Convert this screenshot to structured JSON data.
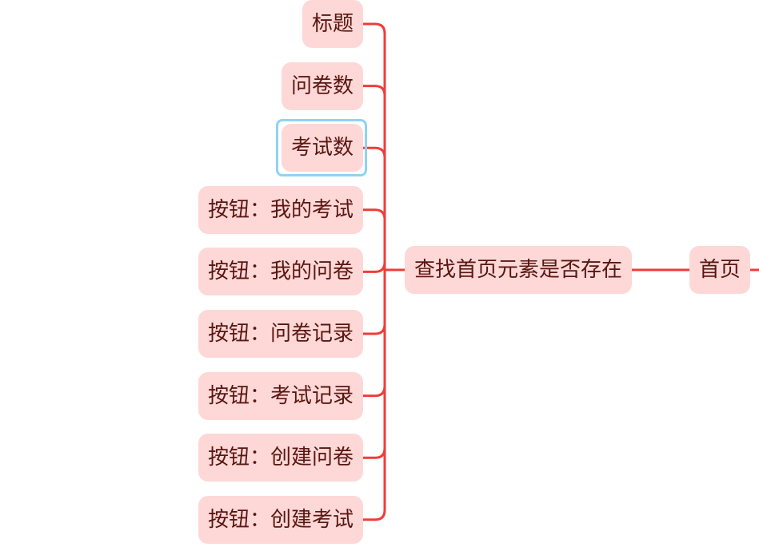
{
  "colors": {
    "node_fill": "#fdd8d6",
    "node_text": "#5a1612",
    "connector": "#f03c38",
    "selection": "#8fd3f5"
  },
  "mindmap": {
    "root": {
      "label": "首页"
    },
    "topic": {
      "label": "查找首页元素是否存在"
    },
    "children": [
      {
        "label": "标题"
      },
      {
        "label": "问卷数"
      },
      {
        "label": "考试数",
        "selected": true
      },
      {
        "label": "按钮：我的考试"
      },
      {
        "label": "按钮：我的问卷"
      },
      {
        "label": "按钮：问卷记录"
      },
      {
        "label": "按钮：考试记录"
      },
      {
        "label": "按钮：创建问卷"
      },
      {
        "label": "按钮：创建考试"
      }
    ]
  }
}
